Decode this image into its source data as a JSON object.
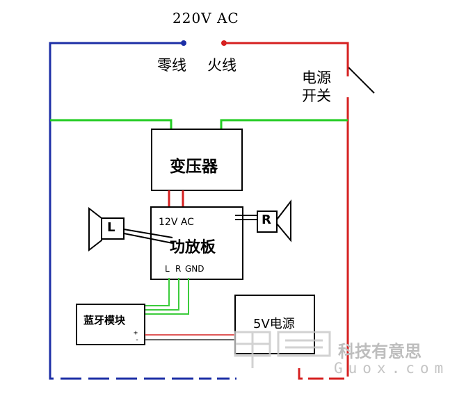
{
  "supply": {
    "voltage_label": "220V AC",
    "neutral_label": "零线",
    "live_label": "火线"
  },
  "power_switch": {
    "label_line1": "电源",
    "label_line2": "开关"
  },
  "transformer": {
    "label": "变压器"
  },
  "amplifier": {
    "title": "功放板",
    "input_label": "12V AC",
    "pins": {
      "l": "L",
      "r": "R",
      "gnd": "GND"
    }
  },
  "speakers": {
    "left": {
      "label": "L"
    },
    "right": {
      "label": "R"
    }
  },
  "bluetooth_module": {
    "label": "蓝牙模块",
    "plus": "+",
    "minus": "-"
  },
  "psu_5v": {
    "label": "5V电源"
  },
  "watermark": {
    "text": "科技有意思",
    "url_fragment": "Guox.com"
  },
  "colors": {
    "neutral": "#1d2fa6",
    "live": "#d62020",
    "transformer_primary": "#22cc22",
    "signal": "#3ccc3c",
    "outline": "#000000",
    "watermark": "#bdbdbd"
  }
}
